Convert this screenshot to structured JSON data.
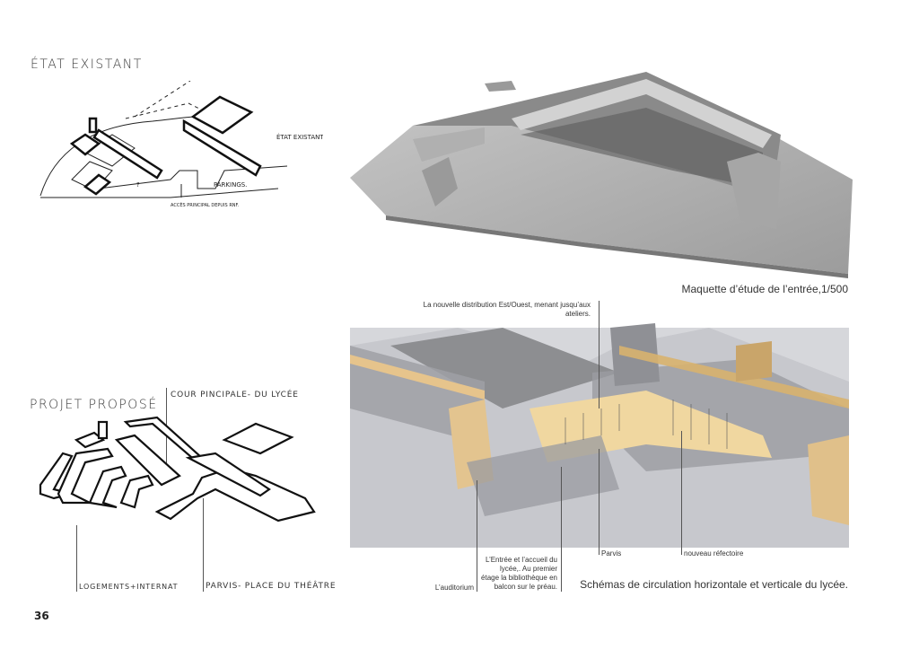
{
  "existing": {
    "title": "ÉTAT EXISTANT",
    "sketch_notes": [
      "ÉTAT EXISTANT.",
      "PARKINGS.",
      "ACCÈS PRINCIPAL DEPUIS RNF.",
      "?"
    ]
  },
  "model": {
    "caption": "Maquette d’étude de l’entrée,1/500"
  },
  "scheme": {
    "callout_top": "La nouvelle distribution Est/Ouest, menant jusqu’aux ateliers.",
    "callout_auditorium": "L’auditorium",
    "callout_entree": "L’Entrée et l’accueil du lycée,. Au premier étage la bibliothèque en balcon sur le préau.",
    "callout_parvis": "Parvis",
    "callout_refectoire": "nouveau réfectoire",
    "caption": "Schémas de circulation horizontale et verticale du lycée."
  },
  "proposed": {
    "title": "PROJET PROPOSÉ",
    "label_cour": "Cour Pincipale- du lycée",
    "label_logements": "logements+internat",
    "label_parvis": "Parvis- place du théâtre"
  },
  "page_number": "36",
  "colors": {
    "accent": "#e8c98e",
    "model_grey": "#b8b8b8",
    "glass": "#a9a9ad"
  }
}
